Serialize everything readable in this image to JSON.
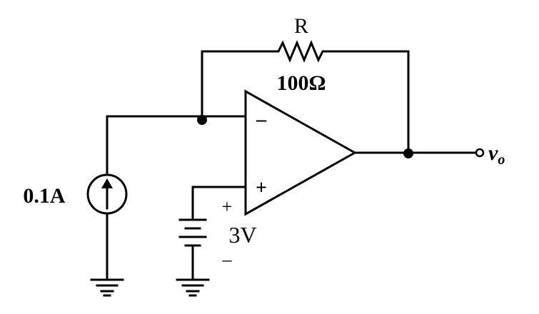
{
  "resistor": {
    "name": "R",
    "value": "100Ω"
  },
  "current_source": {
    "value": "0.1A"
  },
  "battery": {
    "value": "3V",
    "plus": "+",
    "minus": "–"
  },
  "opamp": {
    "inverting_sign": "–",
    "noninverting_sign": "+"
  },
  "output": {
    "label_var": "v",
    "label_sub": "o"
  }
}
